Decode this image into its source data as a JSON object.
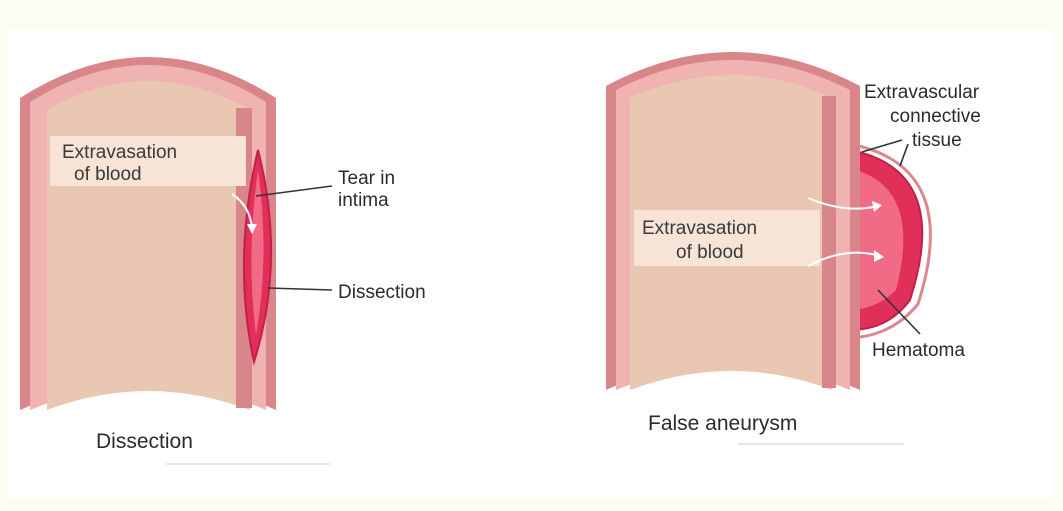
{
  "colors": {
    "page_bg": "#fdfcf1",
    "panel_bg": "#ffffff",
    "vessel_lumen": "#e9c7b3",
    "vessel_wall": "#d9868a",
    "vessel_wall_light": "#efb4b2",
    "vessel_wall_dark": "#c86d72",
    "blood": "#e0305a",
    "blood_dark": "#c41e4a",
    "label_box": "#f7e4d6",
    "leader_line": "#333333"
  },
  "left_panel": {
    "extravasation_line1": "Extravasation",
    "extravasation_line2": "of blood",
    "tear_line1": "Tear in",
    "tear_line2": "intima",
    "dissection_label": "Dissection",
    "caption": "Dissection"
  },
  "right_panel": {
    "connective_line1": "Extravascular",
    "connective_line2": "connective",
    "connective_line3": "tissue",
    "extravasation_line1": "Extravasation",
    "extravasation_line2": "of blood",
    "hematoma_label": "Hematoma",
    "caption": "False aneurysm"
  },
  "icons": [
    "blood-flow-arrow-icon"
  ]
}
